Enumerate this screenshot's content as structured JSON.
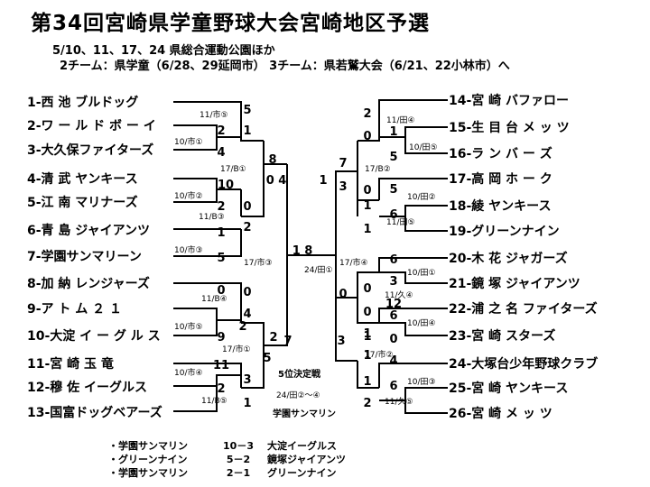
{
  "header": {
    "title": "第34回宮崎県学童野球大会宮崎地区予選",
    "dates_line": "5/10、11、17、24 県総合運動公園ほか",
    "advance_line": "2チーム：県学童（6/28、29延岡市） 3チーム：県若鷲大会（6/21、22小林市）へ"
  },
  "left_teams": [
    "1-西 池 ブルドッグ",
    "2-ワ ー ル ド ボ ー イ",
    "3-大久保ファイターズ",
    "4-清 武 ヤンキース",
    "5-江 南 マリナーズ",
    "6-青 島 ジャイアンツ",
    "7-学園サンマリーン",
    "8-加 納 レンジャーズ",
    "9-ア ト ム ２ １",
    "10-大淀 イ ー グ ル ス",
    "11-宮 崎 玉 竜",
    "12-穆 佐 イーグルス",
    "13-国富ドッグベアーズ"
  ],
  "right_teams": [
    "14-宮 崎 バファロー",
    "15-生 目 台 メ ッ ツ",
    "16-ラ ン バ ー ズ",
    "17-高 岡 ホ ー ク",
    "18-綾 ヤンキース",
    "19-グリーンナイン",
    "20-木 花 ジャガーズ",
    "21-鏡 塚 ジャイアンツ",
    "22-浦 之 名 ファイターズ",
    "23-宮 崎 スターズ",
    "24-大塚台少年野球クラブ",
    "25-宮 崎 ヤンキース",
    "26-宮 崎 メ ッ ツ"
  ],
  "scores": [
    {
      "v": "5"
    },
    {
      "v": "2"
    },
    {
      "v": "1"
    },
    {
      "v": "4"
    },
    {
      "v": "10"
    },
    {
      "v": "2"
    },
    {
      "v": "0"
    },
    {
      "v": "1"
    },
    {
      "v": "2"
    },
    {
      "v": "5"
    },
    {
      "v": "8"
    },
    {
      "v": "0 4"
    },
    {
      "v": "0"
    },
    {
      "v": "0"
    },
    {
      "v": "4"
    },
    {
      "v": "9"
    },
    {
      "v": "2"
    },
    {
      "v": "11"
    },
    {
      "v": "3"
    },
    {
      "v": "2"
    },
    {
      "v": "1"
    },
    {
      "v": "2"
    },
    {
      "v": "5"
    },
    {
      "v": "7"
    },
    {
      "v": "1 8"
    },
    {
      "v": "1"
    },
    {
      "v": "7"
    },
    {
      "v": "3"
    },
    {
      "v": "2"
    },
    {
      "v": "0"
    },
    {
      "v": "1"
    },
    {
      "v": "5"
    },
    {
      "v": "0"
    },
    {
      "v": "5"
    },
    {
      "v": "1"
    },
    {
      "v": "6"
    },
    {
      "v": "1"
    },
    {
      "v": "6"
    },
    {
      "v": "0"
    },
    {
      "v": "3"
    },
    {
      "v": "12"
    },
    {
      "v": "0"
    },
    {
      "v": "6"
    },
    {
      "v": "0"
    },
    {
      "v": "1"
    },
    {
      "v": "0"
    },
    {
      "v": "3"
    },
    {
      "v": "1"
    },
    {
      "v": "1"
    },
    {
      "v": "4"
    },
    {
      "v": "1"
    },
    {
      "v": "6"
    },
    {
      "v": "2"
    },
    {
      "v": "1"
    }
  ],
  "notes": [
    "11/市⑤",
    "10/市①",
    "17/B①",
    "10/市②",
    "11/B③",
    "10/市③",
    "17/市③",
    "11/B④",
    "10/市⑤",
    "17/市①",
    "10/市④",
    "11/B⑤",
    "24/田①",
    "17/市④",
    "11/田④",
    "10/田⑤",
    "17/B②",
    "10/田②",
    "11/田⑤",
    "10/田①",
    "11/久④",
    "10/田④",
    "17/市②",
    "10/田③",
    "11/久⑤"
  ],
  "fifth_place": {
    "title": "5位決定戦",
    "date": "24/田②～④",
    "team": "学園サンマリン"
  },
  "results": [
    {
      "a": "・学園サンマリン",
      "s": "10－3",
      "b": "大淀イーグルス"
    },
    {
      "a": "・グリーンナイン",
      "s": "5－2",
      "b": "鏡塚ジャイアンツ"
    },
    {
      "a": "・学園サンマリン",
      "s": "2－1",
      "b": "グリーンナイン"
    }
  ]
}
